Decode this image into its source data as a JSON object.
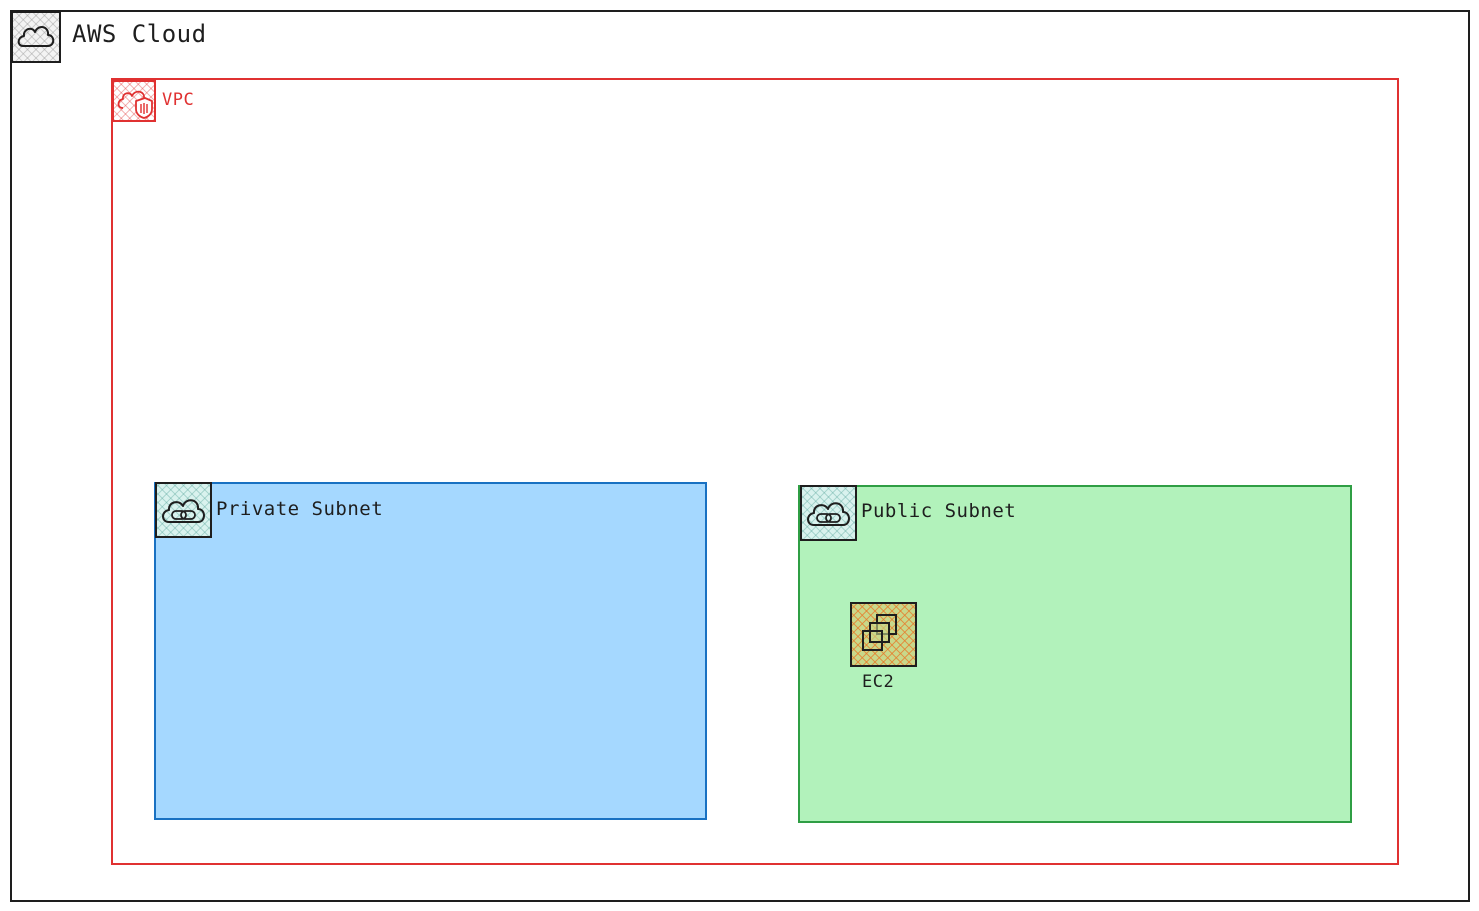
{
  "diagram": {
    "aws_cloud": {
      "label": "AWS Cloud",
      "icon": "cloud-icon",
      "border_color": "#1e1e1e"
    },
    "vpc": {
      "label": "VPC",
      "icon": "vpc-cloud-shield-icon",
      "border_color": "#e03131"
    },
    "private_subnet": {
      "label": "Private Subnet",
      "icon": "subnet-cloud-link-icon",
      "fill_color": "#a5d8ff",
      "border_color": "#1971c2"
    },
    "public_subnet": {
      "label": "Public Subnet",
      "icon": "subnet-cloud-link-icon",
      "fill_color": "#b2f2bb",
      "border_color": "#2f9e44"
    },
    "ec2": {
      "label": "EC2",
      "icon": "ec2-instance-icon"
    }
  }
}
